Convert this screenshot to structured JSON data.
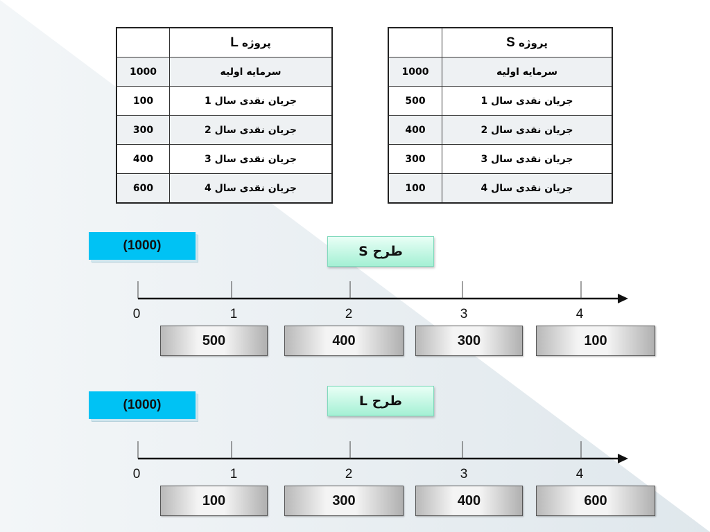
{
  "project_l_table": {
    "header": "پروژه",
    "header_letter": "L",
    "rows": [
      {
        "label": "سرمایه اولیه",
        "value": "1000"
      },
      {
        "label": "جریان نقدی سال 1",
        "value": "100"
      },
      {
        "label": "جریان نقدی سال 2",
        "value": "300"
      },
      {
        "label": "جریان نقدی سال 3",
        "value": "400"
      },
      {
        "label": "جریان نقدی سال 4",
        "value": "600"
      }
    ]
  },
  "project_s_table": {
    "header": "پروژه",
    "header_letter": "S",
    "rows": [
      {
        "label": "سرمایه اولیه",
        "value": "1000"
      },
      {
        "label": "جریان نقدی سال 1",
        "value": "500"
      },
      {
        "label": "جریان نقدی سال 2",
        "value": "400"
      },
      {
        "label": "جریان نقدی سال 3",
        "value": "300"
      },
      {
        "label": "جریان نقدی سال 4",
        "value": "100"
      }
    ]
  },
  "plan_s": {
    "title": "طرح",
    "letter": "S",
    "initial_investment": "(1000)",
    "years": [
      "0",
      "1",
      "2",
      "3",
      "4"
    ],
    "cash_flows": [
      "500",
      "400",
      "300",
      "100"
    ]
  },
  "plan_l": {
    "title": "طرح",
    "letter": "L",
    "initial_investment": "(1000)",
    "years": [
      "0",
      "1",
      "2",
      "3",
      "4"
    ],
    "cash_flows": [
      "100",
      "300",
      "400",
      "600"
    ]
  },
  "colors": {
    "investment_box": "#00c2f4",
    "plan_title_box": "#a4f0d4",
    "background_triangle": "#e3ebef"
  }
}
